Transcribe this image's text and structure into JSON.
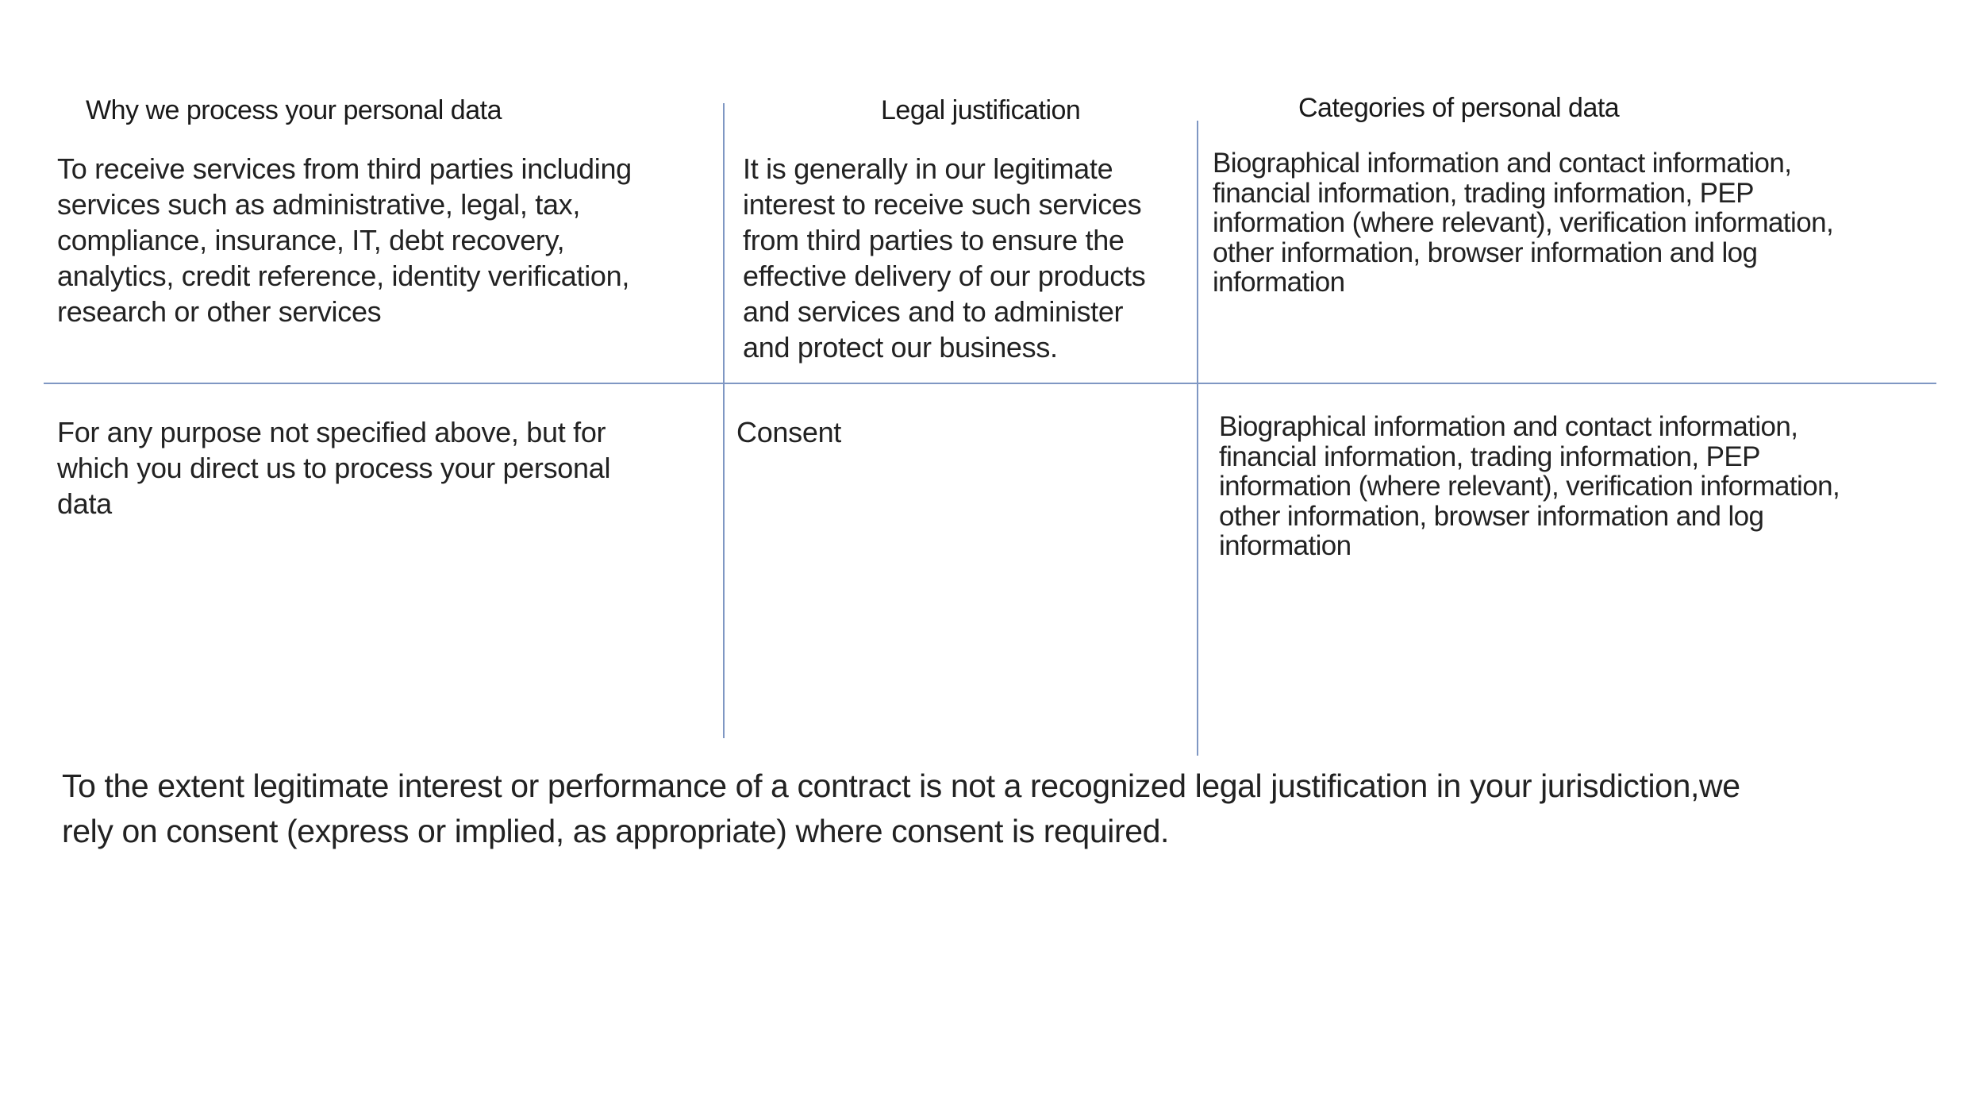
{
  "table": {
    "headers": [
      "Why we process your personal data",
      "Legal justification",
      "Categories of personal data"
    ],
    "rows": [
      {
        "purpose": "To receive services from third parties including\nservices such as administrative, legal, tax,\ncompliance, insurance, IT, debt recovery,\nanalytics, credit reference, identity verification,\nresearch or other services",
        "justification": "It is generally in our legitimate\ninterest to receive such services\nfrom third parties to ensure the\neffective delivery of our products\nand services and to administer\nand protect our business.",
        "categories": "Biographical information and contact information,\nfinancial information, trading information, PEP\ninformation (where relevant), verification information,\nother information, browser information and log\ninformation"
      },
      {
        "purpose": "For any purpose not specified above, but for\nwhich you direct us to process your personal\ndata",
        "justification": "Consent",
        "categories": "Biographical information and contact information,\nfinancial information, trading information, PEP\ninformation (where relevant), verification information,\nother information, browser information and log\ninformation"
      }
    ]
  },
  "footer": {
    "text": "To the extent legitimate interest or performance of a contract is not a recognized legal justification in your jurisdiction,we\nrely on consent (express or implied, as appropriate) where consent is required."
  },
  "colors": {
    "rule": "#7f97c3",
    "text": "#222222"
  }
}
